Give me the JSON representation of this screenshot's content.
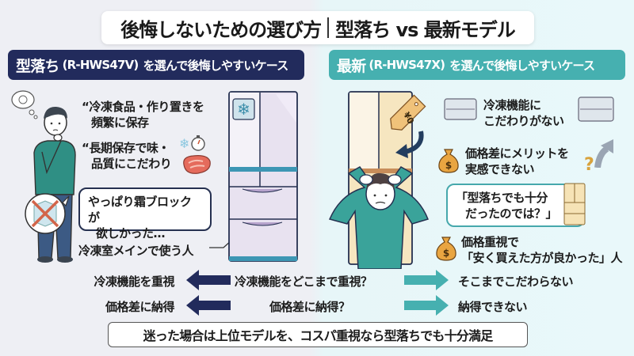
{
  "title": {
    "left": "後悔しないための選び方",
    "right": "型落ち vs 最新モデル"
  },
  "left_panel": {
    "header_main": "型落ち",
    "header_model": "(R-HWS47V)",
    "header_rest": "を選んで後悔しやすいケース",
    "quote1_line1": "“冷凍食品・作り置きを",
    "quote1_line2": "頻繁に保存",
    "quote2_line1": "“長期保存で味・",
    "quote2_line2": "品質にこだわり",
    "bubble_line1": "やっぱり霜ブロックが",
    "bubble_line2": "欲しかった…",
    "label_bottom": "冷凍室メインで使う人",
    "icons": [
      "thinking-person-icon",
      "thought-bubble-icon",
      "no-ice-block-icon",
      "snowflake-icon",
      "stopwatch-icon",
      "meat-icon",
      "refrigerator-icon"
    ]
  },
  "right_panel": {
    "header_main": "最新",
    "header_model": "(R-HWS47X)",
    "header_rest": "を選んで後悔しやすいケース",
    "price_tag": "¥0",
    "item1_line1": "冷凍機能に",
    "item1_line2": "こだわりがない",
    "item2_line1": "価格差にメリットを",
    "item2_line2": "実感できない",
    "bubble_line1": "「型落ちでも十分",
    "bubble_line2": "だったのでは？」",
    "item3_line1": "価格重視で",
    "item3_line2": "「安く買えた方が良かった」人",
    "icons": [
      "worried-person-icon",
      "price-tag-icon",
      "money-bag-icon",
      "freezer-tray-icon",
      "question-mark-icon",
      "up-arrow-icon",
      "small-fridge-icon"
    ]
  },
  "comparison_rows": [
    {
      "left": "冷凍機能を重視",
      "center": "冷凍機能をどこまで重視？",
      "right": "そこまでこだわらない"
    },
    {
      "left": "価格差に納得",
      "center": "価格差に納得？",
      "right": "納得できない"
    }
  ],
  "conclusion": "迷った場合は上位モデルを、コスパ重視なら型落ちでも十分満足",
  "colors": {
    "navy": "#222b5c",
    "teal": "#46b0b0",
    "bg_left": "#eeeff4",
    "bg_right": "#e7f6f8"
  }
}
